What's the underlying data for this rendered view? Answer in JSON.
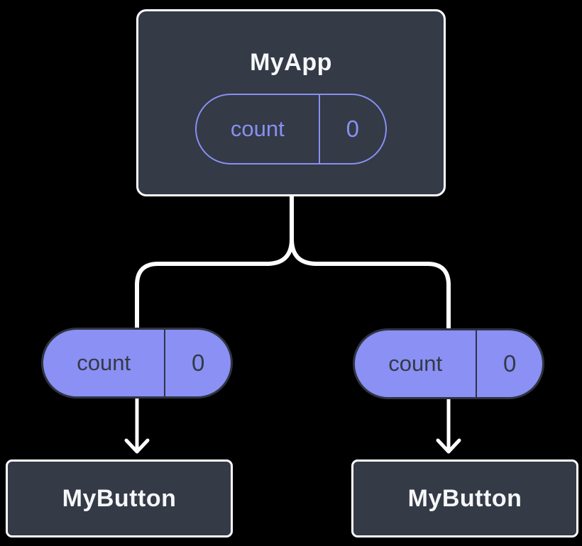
{
  "colors": {
    "bg": "#000000",
    "node-fill": "#343a46",
    "node-border": "#ffffff",
    "accent": "#8790f2",
    "accent-fill": "#8a90f4",
    "pill-dark": "#2f3440",
    "dark-text": "#343a46",
    "title-text": "#f6f7f9",
    "line": "#ffffff"
  },
  "tree": {
    "root": {
      "title": "MyApp",
      "state_pill": {
        "name": "count",
        "value": "0"
      }
    },
    "children": [
      {
        "title": "MyButton",
        "prop_pill": {
          "name": "count",
          "value": "0"
        }
      },
      {
        "title": "MyButton",
        "prop_pill": {
          "name": "count",
          "value": "0"
        }
      }
    ]
  }
}
